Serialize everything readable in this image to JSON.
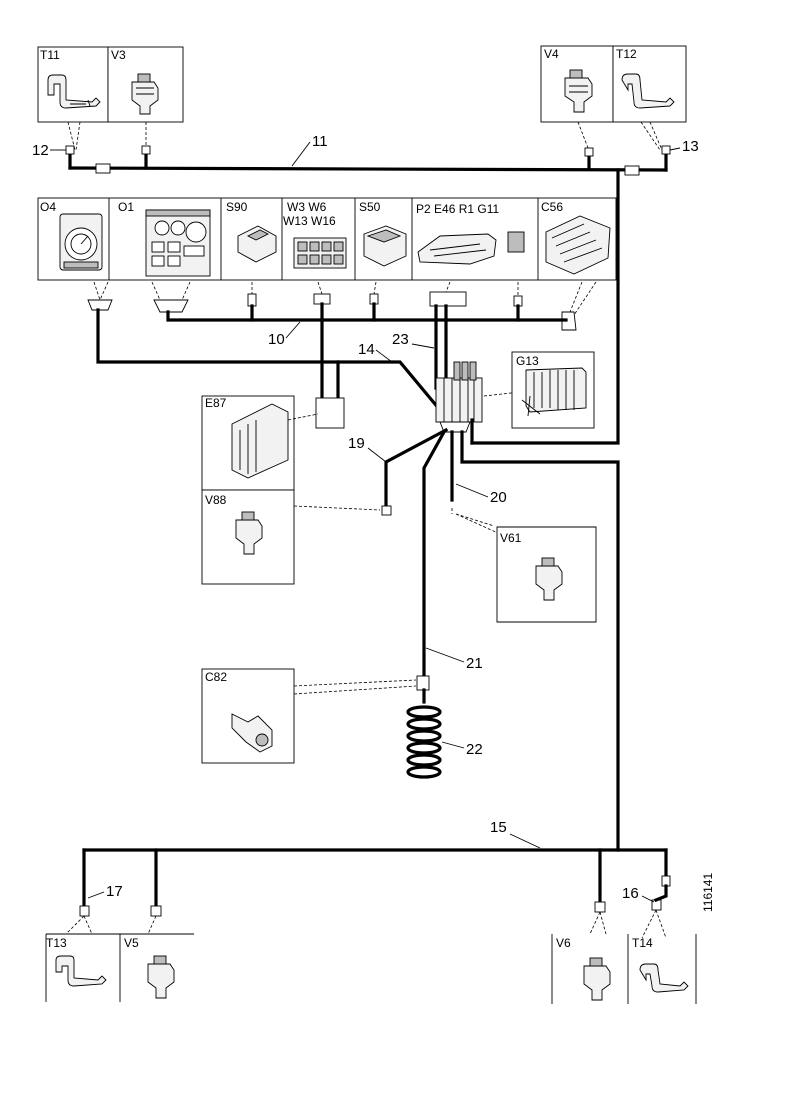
{
  "diagram": {
    "code": "116141",
    "components": {
      "T11": "T11",
      "V3": "V3",
      "V4": "V4",
      "T12": "T12",
      "O4": "O4",
      "O1": "O1",
      "S90": "S90",
      "W_a": "W3 W6",
      "W_b": "W13 W16",
      "S50": "S50",
      "P2": "P2 E46 R1 G11",
      "C56": "C56",
      "G13": "G13",
      "E87": "E87",
      "V88": "V88",
      "V61": "V61",
      "C82": "C82",
      "T13": "T13",
      "V5": "V5",
      "V6": "V6",
      "T14": "T14"
    },
    "wire_numbers": {
      "n10": "10",
      "n11": "11",
      "n12": "12",
      "n13": "13",
      "n14": "14",
      "n15": "15",
      "n16": "16",
      "n17": "17",
      "n19": "19",
      "n20": "20",
      "n21": "21",
      "n22": "22",
      "n23": "23"
    }
  }
}
